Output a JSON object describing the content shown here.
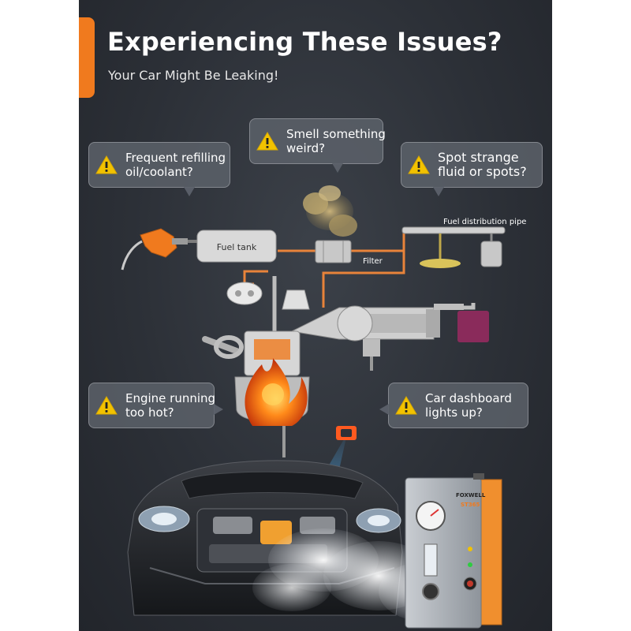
{
  "header": {
    "title": "Experiencing These Issues?",
    "subtitle": "Your Car Might Be Leaking!"
  },
  "callouts": [
    {
      "line1": "Frequent refilling",
      "line2": "oil/coolant?"
    },
    {
      "line1": "Smell something",
      "line2": "weird?"
    },
    {
      "line1": "Spot strange",
      "line2": "fluid or spots?"
    },
    {
      "line1": "Engine running",
      "line2": "too hot?"
    },
    {
      "line1": "Car dashboard",
      "line2": "lights up?"
    }
  ],
  "diagram": {
    "fuel_tank_label": "Fuel tank",
    "filter_label": "Filter",
    "fuel_pipe_label": "Fuel distribution pipe"
  },
  "device": {
    "brand": "FOXWELL",
    "model": "ST365"
  },
  "colors": {
    "accent": "#f07a1e",
    "warning_yellow": "#f2c200",
    "background": "#2c3037",
    "pipe": "#e8833a"
  },
  "icons": [
    "warning-icon",
    "fuel-nozzle-icon",
    "check-engine-icon"
  ]
}
